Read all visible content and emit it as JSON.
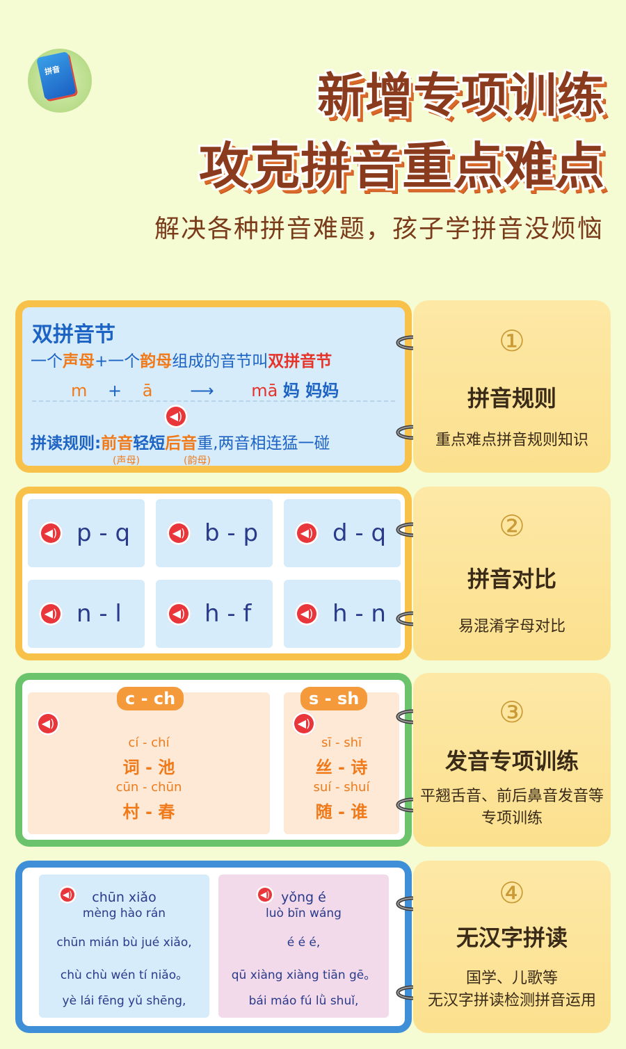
{
  "header": {
    "logo": {
      "book_title": "拼音"
    },
    "title_line1": "新增专项训练",
    "title_line2": "攻克拼音重点难点",
    "subtitle": "解决各种拼音难题，孩子学拼音没烦恼"
  },
  "sections": [
    {
      "number": "①",
      "title": "拼音规则",
      "desc": "重点难点拼音规则知识"
    },
    {
      "number": "②",
      "title": "拼音对比",
      "desc": "易混淆字母对比"
    },
    {
      "number": "③",
      "title": "发音专项训练",
      "desc_line1": "平翘舌音、前后鼻音发音等",
      "desc_line2": "专项训练"
    },
    {
      "number": "④",
      "title": "无汉字拼读",
      "desc_line1": "国学、儿歌等",
      "desc_line2": "无汉字拼读检测拼音运用"
    }
  ],
  "card1": {
    "heading": "双拼音节",
    "line1_a": "一个",
    "line1_b": "声母",
    "line1_c": "+一个",
    "line1_d": "韵母",
    "line1_e": "组成的音节叫",
    "line1_f": "双拼音节",
    "formula_m": "m",
    "formula_plus": "+",
    "formula_a": "ā",
    "formula_arrow": "⟶",
    "formula_ma": "mā",
    "formula_chars": "妈 妈妈",
    "rule_label": "拼读规则:",
    "rule_a": "前音",
    "rule_b": "轻短",
    "rule_c": "后音",
    "rule_d": "重,两音相连猛一碰",
    "small_a": "(声母)",
    "small_b": "(韵母)"
  },
  "card2": {
    "pairs": [
      "p - q",
      "b - p",
      "d - q",
      "n - l",
      "h - f",
      "h - n"
    ]
  },
  "card3": {
    "left": {
      "tag": "c - ch",
      "py1": "cí - chí",
      "hz1": "词 - 池",
      "py2": "cūn - chūn",
      "hz2": "村 - 春"
    },
    "right": {
      "tag": "s - sh",
      "py1": "sī - shī",
      "hz1": "丝 - 诗",
      "py2": "suí - shuí",
      "hz2": "随 - 谁"
    }
  },
  "card4": {
    "left": {
      "l1": "chūn   xiǎo",
      "l2": "mèng hào rán",
      "l3": "chūn mián bù jué xiǎo,",
      "l4": "chù chù wén tí niǎo。",
      "l5": "yè lái  fēng yǔ shēng,"
    },
    "right": {
      "l1": "yǒng é",
      "l2": "luò bīn wáng",
      "l3": "é é é,",
      "l4": "qū xiàng xiàng tiān gē。",
      "l5": "bái máo fú lǜ shuǐ,"
    }
  },
  "colors": {
    "orange_frame": "#f8c24a",
    "green_frame": "#6bc46b",
    "blue_frame": "#3e8fd8",
    "side_panel": "#fbe08e"
  }
}
